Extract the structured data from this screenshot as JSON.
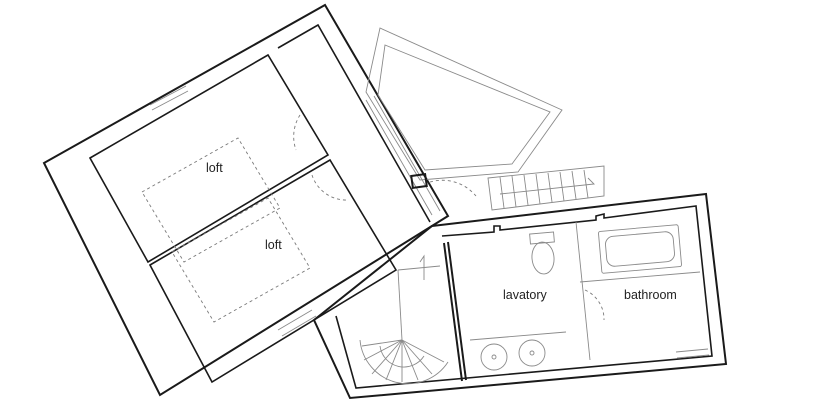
{
  "rooms": {
    "loft_upper": "loft",
    "loft_lower": "loft",
    "lavatory": "lavatory",
    "bathroom": "bathroom"
  }
}
